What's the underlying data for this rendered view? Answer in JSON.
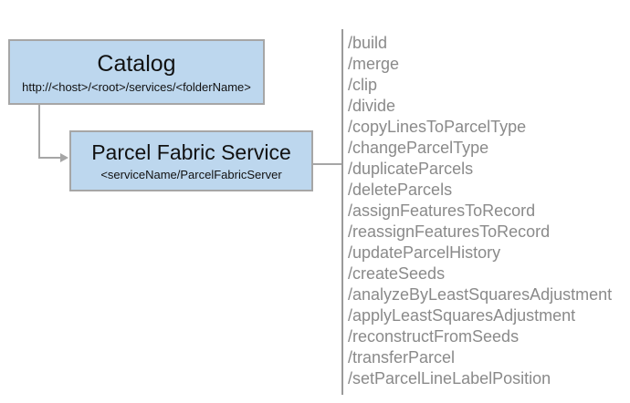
{
  "diagram": {
    "catalog_box": {
      "title": "Catalog",
      "subtitle": "http://<host>/<root>/services/<folderName>"
    },
    "service_box": {
      "title": "Parcel Fabric Service",
      "subtitle": "<serviceName/ParcelFabricServer"
    },
    "operations": [
      "/build",
      "/merge",
      "/clip",
      "/divide",
      "/copyLinesToParcelType",
      "/changeParcelType",
      "/duplicateParcels",
      "/deleteParcels",
      "/assignFeaturesToRecord",
      "/reassignFeaturesToRecord",
      "/updateParcelHistory",
      "/createSeeds",
      "/analyzeByLeastSquaresAdjustment",
      "/applyLeastSquaresAdjustment",
      "/reconstructFromSeeds",
      "/transferParcel",
      "/setParcelLineLabelPosition"
    ],
    "colors": {
      "box_fill": "#bdd7ee",
      "box_border": "#a6a6a6",
      "connector": "#a6a6a6",
      "list_text": "#8a8a8a",
      "title_text": "#111111"
    }
  }
}
